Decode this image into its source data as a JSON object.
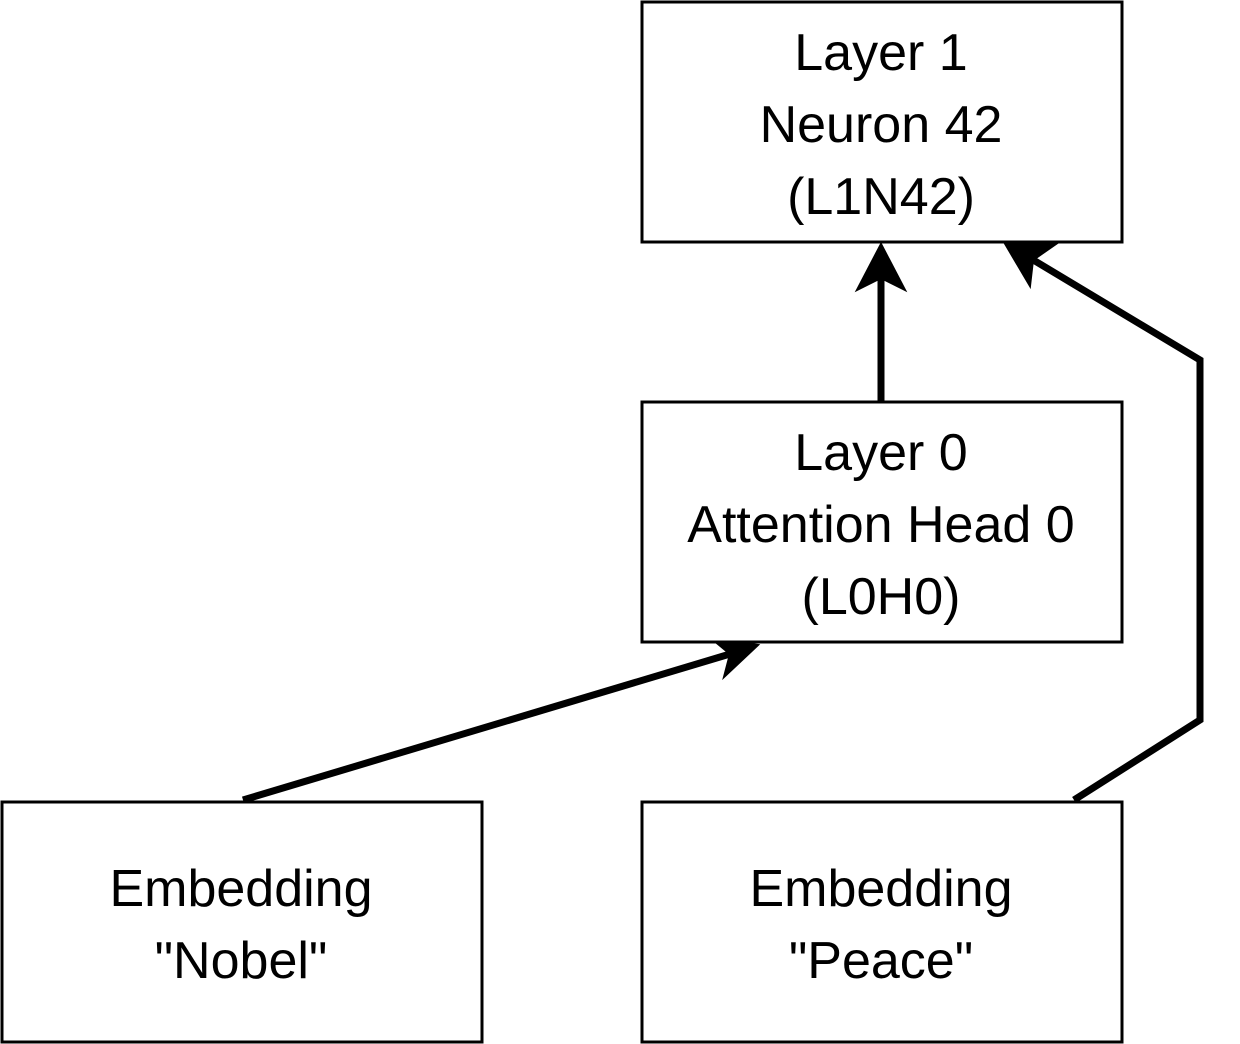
{
  "nodes": {
    "l1n42": {
      "lines": [
        "Layer 1",
        "Neuron 42",
        "(L1N42)"
      ]
    },
    "l0h0": {
      "lines": [
        "Layer 0",
        "Attention Head 0",
        "(L0H0)"
      ]
    },
    "emb_nobel": {
      "lines": [
        "Embedding",
        "\"Nobel\""
      ]
    },
    "emb_peace": {
      "lines": [
        "Embedding",
        "\"Peace\""
      ]
    }
  },
  "edges": [
    {
      "from": "emb_nobel",
      "to": "l0h0"
    },
    {
      "from": "l0h0",
      "to": "l1n42"
    },
    {
      "from": "emb_peace",
      "to": "l1n42"
    }
  ],
  "colors": {
    "stroke": "#000000",
    "fill": "#ffffff",
    "text": "#000000"
  }
}
